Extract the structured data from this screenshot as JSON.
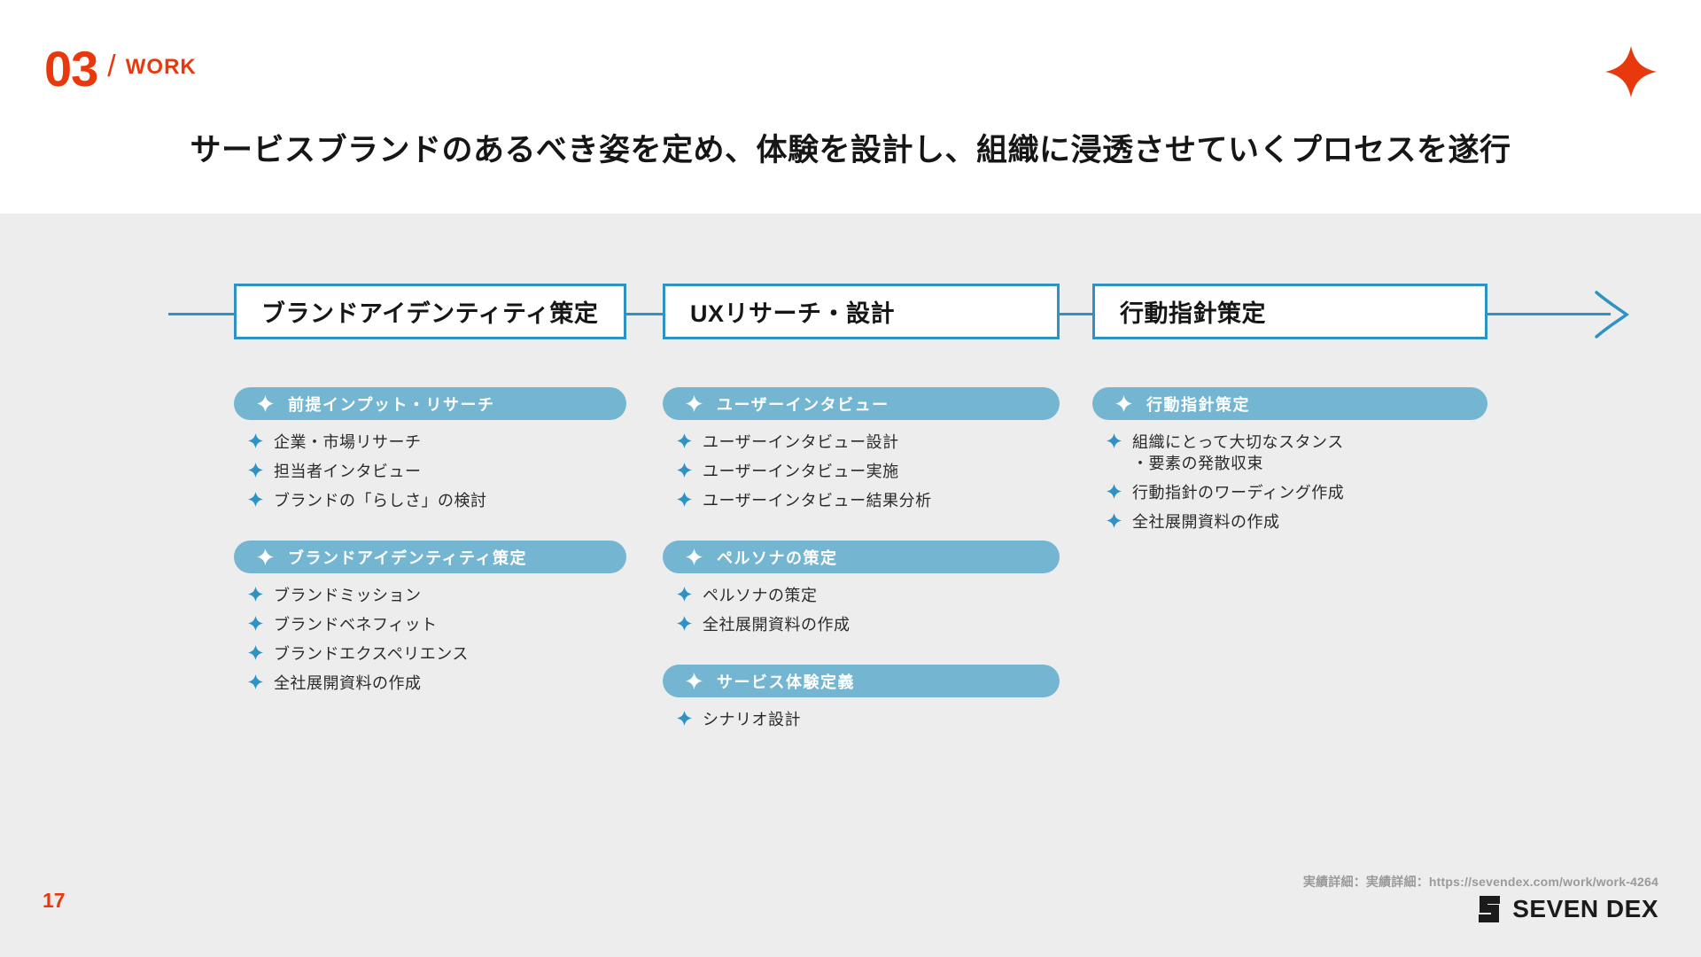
{
  "header": {
    "index": "03",
    "divider": "/",
    "section": "WORK",
    "title": "サービスブランドのあるべき姿を定め、体験を設計し、組織に浸透させていくプロセスを遂行"
  },
  "process": {
    "phases": [
      {
        "label": "ブランドアイデンティティ策定",
        "groups": [
          {
            "title": "前提インプット・リサーチ",
            "items": [
              [
                "企業・市場リサーチ"
              ],
              [
                "担当者インタビュー"
              ],
              [
                "ブランドの「らしさ」の検討"
              ]
            ]
          },
          {
            "title": "ブランドアイデンティティ策定",
            "items": [
              [
                "ブランドミッション"
              ],
              [
                "ブランドベネフィット"
              ],
              [
                "ブランドエクスペリエンス"
              ],
              [
                "全社展開資料の作成"
              ]
            ]
          }
        ]
      },
      {
        "label": "UXリサーチ・設計",
        "groups": [
          {
            "title": "ユーザーインタビュー",
            "items": [
              [
                "ユーザーインタビュー設計"
              ],
              [
                "ユーザーインタビュー実施"
              ],
              [
                "ユーザーインタビュー結果分析"
              ]
            ]
          },
          {
            "title": "ペルソナの策定",
            "items": [
              [
                "ペルソナの策定"
              ],
              [
                "全社展開資料の作成"
              ]
            ]
          },
          {
            "title": "サービス体験定義",
            "items": [
              [
                "シナリオ設計"
              ]
            ]
          }
        ]
      },
      {
        "label": "行動指針策定",
        "groups": [
          {
            "title": "行動指針策定",
            "items": [
              [
                "組織にとって大切なスタンス",
                "・要素の発散収束"
              ],
              [
                "行動指針のワーディング作成"
              ],
              [
                "全社展開資料の作成"
              ]
            ]
          }
        ]
      }
    ]
  },
  "footer": {
    "page_number": "17",
    "source_note": "実績詳細：実績詳細：https://sevendex.com/work/work-4264",
    "logo_text": "SEVEN DEX"
  },
  "colors": {
    "accent_orange": "#E8380D",
    "accent_blue": "#2E93C4",
    "pill_blue": "#74B6D2",
    "background_gray": "#EDEDED"
  }
}
